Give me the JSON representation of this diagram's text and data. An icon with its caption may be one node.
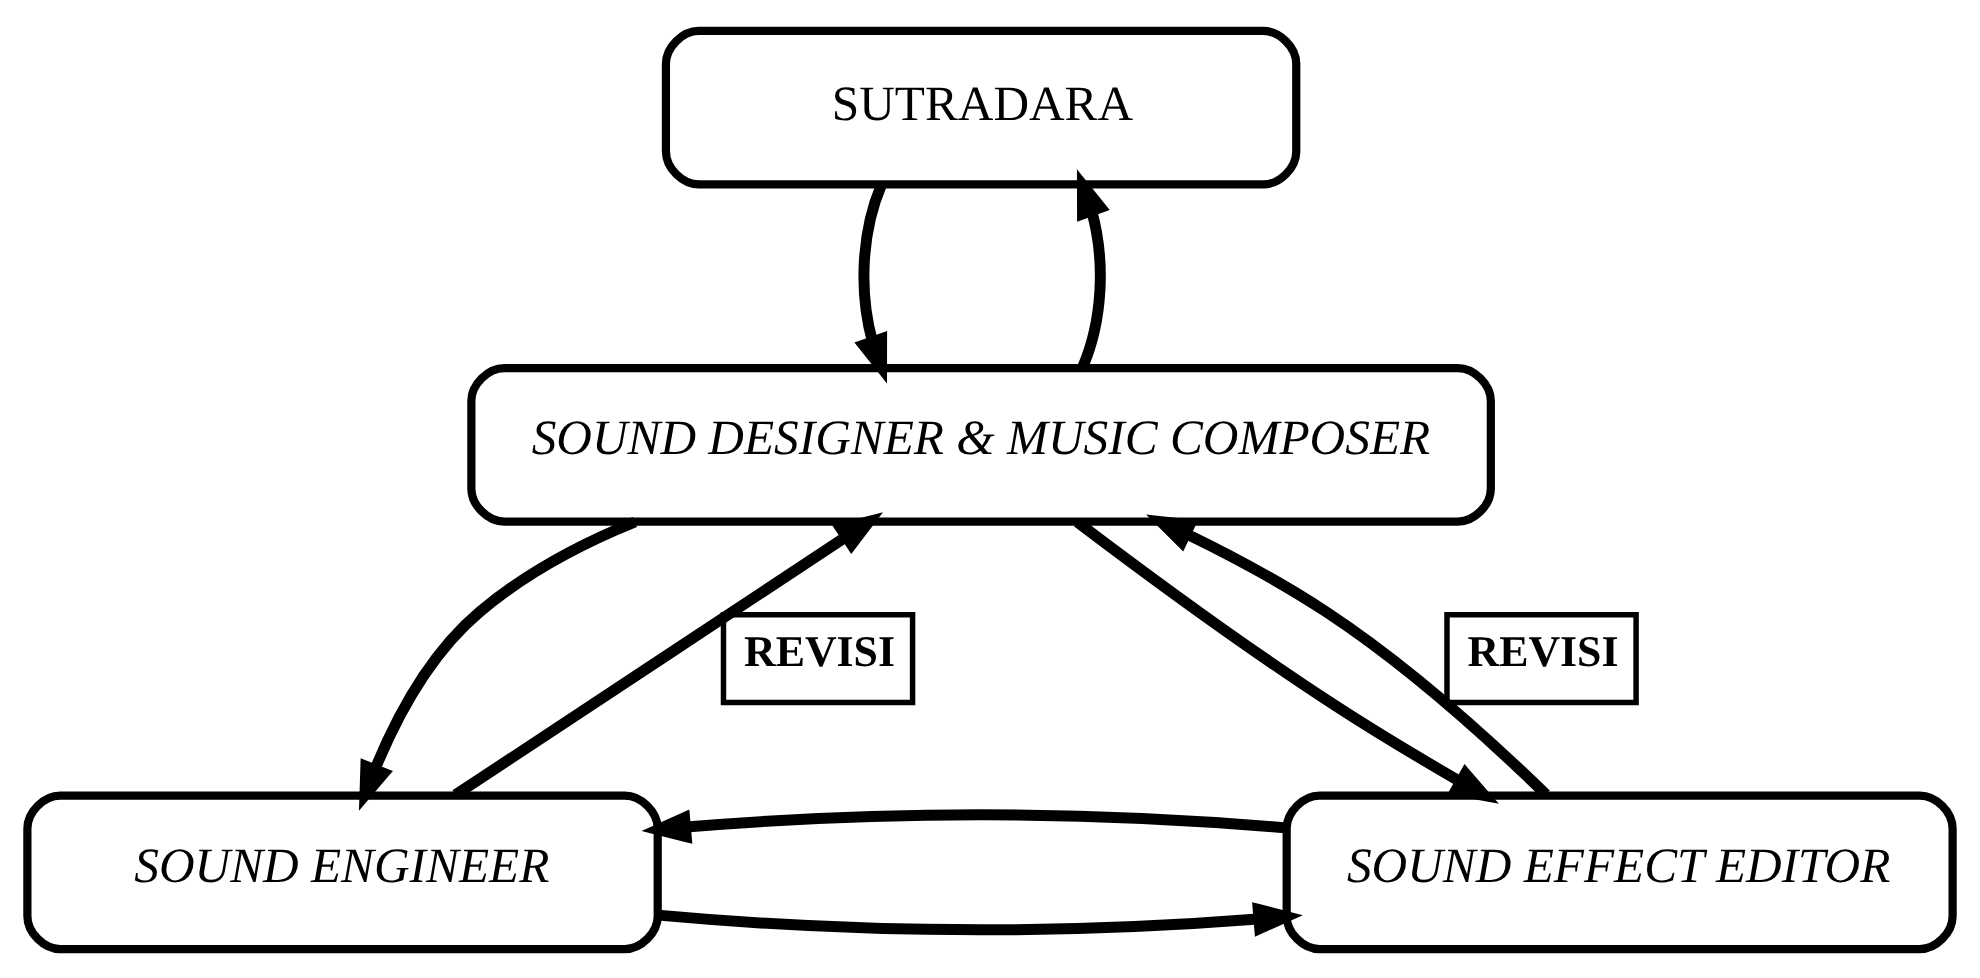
{
  "diagram": {
    "nodes": [
      {
        "text": [
          "SUTRADARA"
        ]
      },
      {
        "text": [
          "SOUND DESIGNER & MUSIC COMPOSER"
        ]
      },
      {
        "text": [
          "SOUND ENGINEER"
        ]
      },
      {
        "text": [
          "SOUND EFFECT EDITOR"
        ]
      }
    ],
    "edges": [
      {
        "from": 0,
        "to": 1,
        "arrow": "to"
      },
      {
        "from": 1,
        "to": 0,
        "arrow": "to"
      },
      {
        "from": 1,
        "to": 2,
        "arrow": "to"
      },
      {
        "from": 1,
        "to": 3,
        "arrow": "to"
      },
      {
        "from": 2,
        "to": 3,
        "arrow": "to"
      },
      {
        "from": 3,
        "to": 2,
        "arrow": "to"
      },
      {
        "from": 2,
        "to": 1,
        "arrow": "to",
        "label": "REVISI"
      },
      {
        "from": 3,
        "to": 1,
        "arrow": "to",
        "label": "REVISI"
      }
    ]
  }
}
